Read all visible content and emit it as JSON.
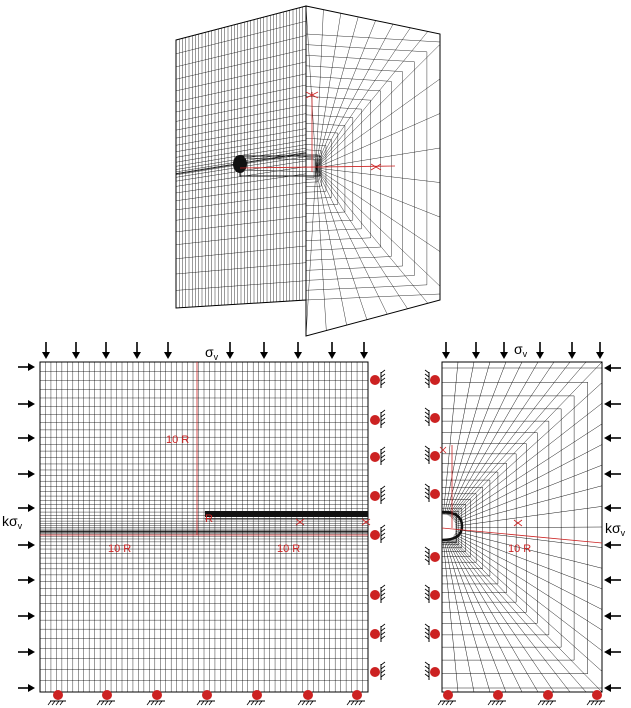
{
  "labels": {
    "sigma_v": "σ",
    "sigma_v_sub": "v",
    "k_sigma_prefix": "kσ",
    "k_sigma_sub": "v",
    "ten_r": "10 R",
    "r": "R"
  },
  "colors": {
    "mesh": "#000000",
    "axis": "#cc2222",
    "support_fill": "#cc2222",
    "arrow": "#000000",
    "background": "#ffffff"
  },
  "icons": {
    "load_arrow": "down-arrow-icon",
    "side_arrow": "right-arrow-icon",
    "roller_support": "roller-support-icon"
  }
}
